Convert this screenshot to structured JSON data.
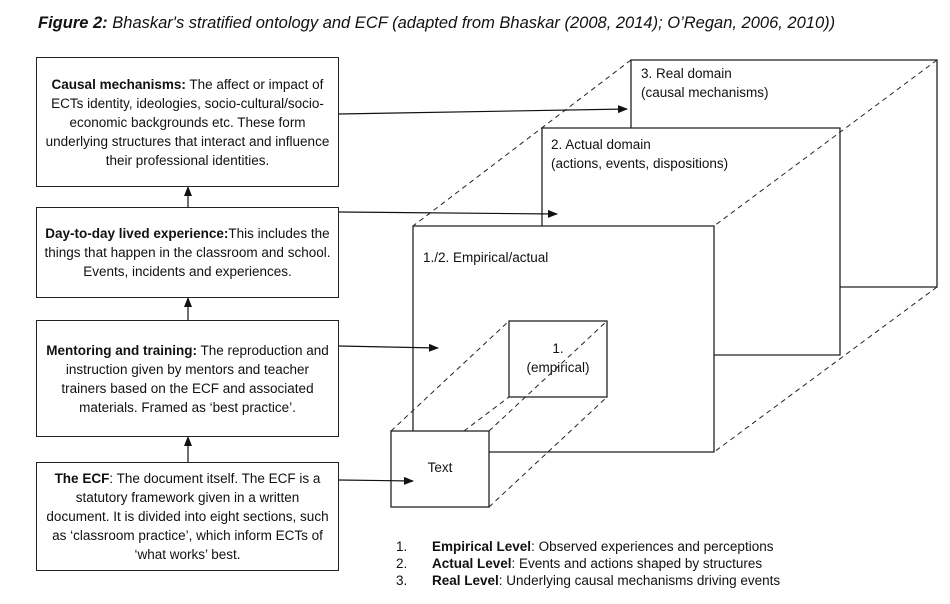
{
  "figure": {
    "label": "Figure 2:",
    "caption": " Bhaskar's stratified ontology and ECF (adapted from Bhaskar (2008, 2014); O’Regan, 2006, 2010))"
  },
  "left_boxes": [
    {
      "bold": "Causal mechanisms:",
      "text": " The affect or impact of ECTs identity, ideologies, socio-cultural/socio-economic backgrounds etc. These form underlying structures that interact and influence their professional identities."
    },
    {
      "bold": "Day-to-day lived experience:",
      "text": "This includes the things that happen in the classroom and school. Events, incidents and experiences."
    },
    {
      "bold": "Mentoring and training:",
      "text": " The reproduction and instruction given by mentors and teacher trainers based on the ECF and associated materials. Framed as ‘best practice’."
    },
    {
      "bold": "The ECF",
      "text": ": The document itself. The ECF is a statutory framework given in a written document. It is divided into eight sections, such as ‘classroom practice’, which inform ECTs of ‘what works’ best."
    }
  ],
  "domains": {
    "real": {
      "line1": "3. Real domain",
      "line2": "(causal mechanisms)"
    },
    "actual": {
      "line1": "2. Actual domain",
      "line2": "(actions, events, dispositions)"
    },
    "empirical_actual": "1./2. Empirical/actual",
    "empirical": {
      "line1": "1.",
      "line2": "(empirical)"
    },
    "text": "Text"
  },
  "legend": [
    {
      "num": "1.",
      "bold": "Empirical Level",
      "text": ": Observed experiences and perceptions"
    },
    {
      "num": "2.",
      "bold": "Actual Level",
      "text": ": Events and actions shaped by structures"
    },
    {
      "num": "3.",
      "bold": "Real Level",
      "text": ": Underlying causal mechanisms driving events"
    }
  ]
}
